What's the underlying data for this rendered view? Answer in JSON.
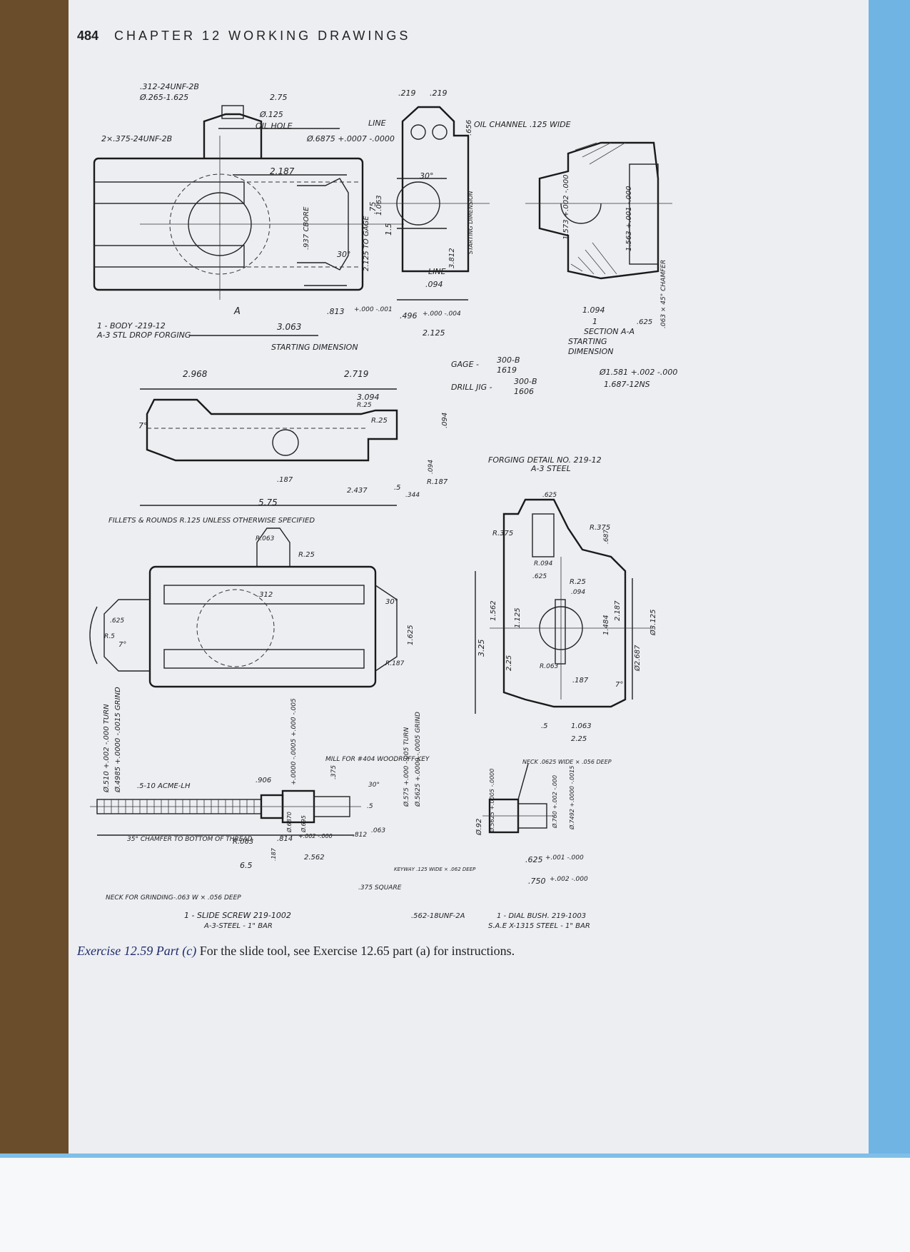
{
  "header": {
    "page_number": "484",
    "title": "CHAPTER 12  WORKING DRAWINGS"
  },
  "caption": {
    "label": "Exercise 12.59 Part (c)",
    "text": " For the slide tool, see Exercise 12.65 part (a) for instructions."
  },
  "body_view": {
    "thread_top": ".312-24UNF-2B",
    "thread_dia": "Ø.265-1.625",
    "dim_275": "2.75",
    "oil_hole_dia": "Ø.125",
    "oil_hole": "OIL HOLE",
    "line": "LINE",
    "bore": "Ø.6875 +.0007 -.0000",
    "side_thread": "2×.375-24UNF-2B",
    "dim_2187": "2.187",
    "cbore": ".937 CBORE",
    "dim_75": ".75",
    "dim_15": "1.5",
    "section_a": "A",
    "dim_813": ".813",
    "tol_813": "+.000 -.001",
    "dim_3063": "3.063",
    "starting_dimension": "STARTING DIMENSION",
    "angle_30": "30°",
    "title1": "1 - BODY -219-12",
    "title2": "A-3 STL DROP FORGING"
  },
  "end_view": {
    "dim_219a": ".219",
    "dim_219b": ".219",
    "oil_channel": "OIL CHANNEL .125 WIDE",
    "dim_656": ".656",
    "angle_30": "30°",
    "dim_1063": "1.063",
    "to_gage": "2.125 TO GAGE",
    "dim_3812": "3.812",
    "starting": "STARTING DIMENSION",
    "line2": "LINE",
    "dim_094": ".094",
    "dim_496": ".496",
    "tol_496": "+.000 -.004",
    "dim_2125": "2.125"
  },
  "section_view": {
    "dim_1573": "1.573 +.002 -.000",
    "dim_1563": "1.563 +.001 -.000",
    "dim_1094": "1.094",
    "dim_1": "1",
    "dim_625": ".625",
    "chamfer": ".063 × 45° CHAMFER",
    "section_label": "SECTION A-A",
    "starting": "STARTING",
    "dimension": "DIMENSION",
    "dia_1581": "Ø1.581 +.002 -.000",
    "thread": "1.687-12NS"
  },
  "gage": {
    "gage_label": "GAGE -",
    "gage_num_top": "300-B",
    "gage_num_bottom": "1619",
    "drill_label": "DRILL JIG -",
    "drill_num_top": "300-B",
    "drill_num_bottom": "1606"
  },
  "forging_top": {
    "dim_2968": "2.968",
    "dim_2719": "2.719",
    "dim_3094": "3.094",
    "r25": "R.25",
    "r25b": "R.25",
    "angle_7": "7°",
    "dim_094": ".094",
    "dim_094b": ".094",
    "dim_187": ".187",
    "dim_2437": "2.437",
    "dim_5": ".5",
    "r187": "R.187",
    "dim_344": ".344",
    "dim_575": "5.75"
  },
  "fillets_note": "FILLETS & ROUNDS R.125 UNLESS OTHERWISE SPECIFIED",
  "forging_plan": {
    "r063": "R.063",
    "r25": "R.25",
    "dim_312": ".312",
    "dim_625": ".625",
    "r5": "R.5",
    "angle_7": "7°",
    "angle_30": "30°",
    "dim_1625": "1.625",
    "r187": "R.187"
  },
  "forging_detail": {
    "title1": "FORGING DETAIL NO. 219-12",
    "title2": "A-3 STEEL",
    "dim_625": ".625",
    "r375a": "R.375",
    "r375b": "R.375",
    "dim_687": ".687",
    "r094": "R.094",
    "dim_625b": ".625",
    "r25": "R.25",
    "dim_094": ".094",
    "dim_1484": "1.484",
    "dim_2187": "2.187",
    "dim_1562": "1.562",
    "dim_1125": "1.125",
    "dim_325": "3.25",
    "dim_225v": "2.25",
    "dia_2687": "Ø2.687",
    "dia_3125": "Ø3.125",
    "r063": "R.063",
    "dim_187": ".187",
    "angle_7": "7°",
    "dim_5": ".5",
    "dim_1063": "1.063",
    "dim_225": "2.25"
  },
  "slide_screw": {
    "turn_dia": "Ø.510 +.002 -.000 TURN",
    "grind_dia": "Ø.4985 +.0000 -.0015 GRIND",
    "acme": ".5-10 ACME-LH",
    "dim_906": ".906",
    "tol_stack": "+.0000 -.0005  +.000 -.005",
    "mill": "MILL FOR #404 WOODRUFF KEY",
    "angle_30": "30°",
    "dim_375": ".375",
    "dim_5": ".5",
    "dia_575": "Ø.575 +.000 -.005 TURN",
    "dia_5625": "Ø.5625 +.0000 -.0005 GRIND",
    "dim_063": ".063",
    "chamfer": "35° CHAMFER TO BOTTOM OF THREAD",
    "r063": "R.063",
    "dim_814": ".814",
    "tol_814": "+.002 -.000",
    "dim_812": ".812",
    "dim_2562": "2.562",
    "dim_65": "6.5",
    "dia_6870": "Ø.6870",
    "dia_695": "Ø.695",
    "dim_187": ".187",
    "square": ".375 SQUARE",
    "neck": "NECK FOR GRINDING-.063 W × .056 DEEP",
    "title1": "1 - SLIDE SCREW  219-1002",
    "title2": "A-3-STEEL - 1\" BAR",
    "thread": ".562-18UNF-2A"
  },
  "dial_bush": {
    "neck": "NECK .0625 WIDE × .056 DEEP",
    "dia_92": "Ø.92",
    "dia_5625": "Ø.5625 +.0005 -.0000",
    "dia_760": "Ø.760 +.002 -.000",
    "dia_7492": "Ø.7492 +.0000 -.0015",
    "keyway": "KEYWAY .125 WIDE × .062 DEEP",
    "dim_625": ".625",
    "tol_625": "+.001 -.000",
    "dim_750": ".750",
    "tol_750": "+.002 -.000",
    "title1": "1 - DIAL BUSH. 219-1003",
    "title2": "S.A.E X-1315 STEEL - 1\" BAR"
  }
}
